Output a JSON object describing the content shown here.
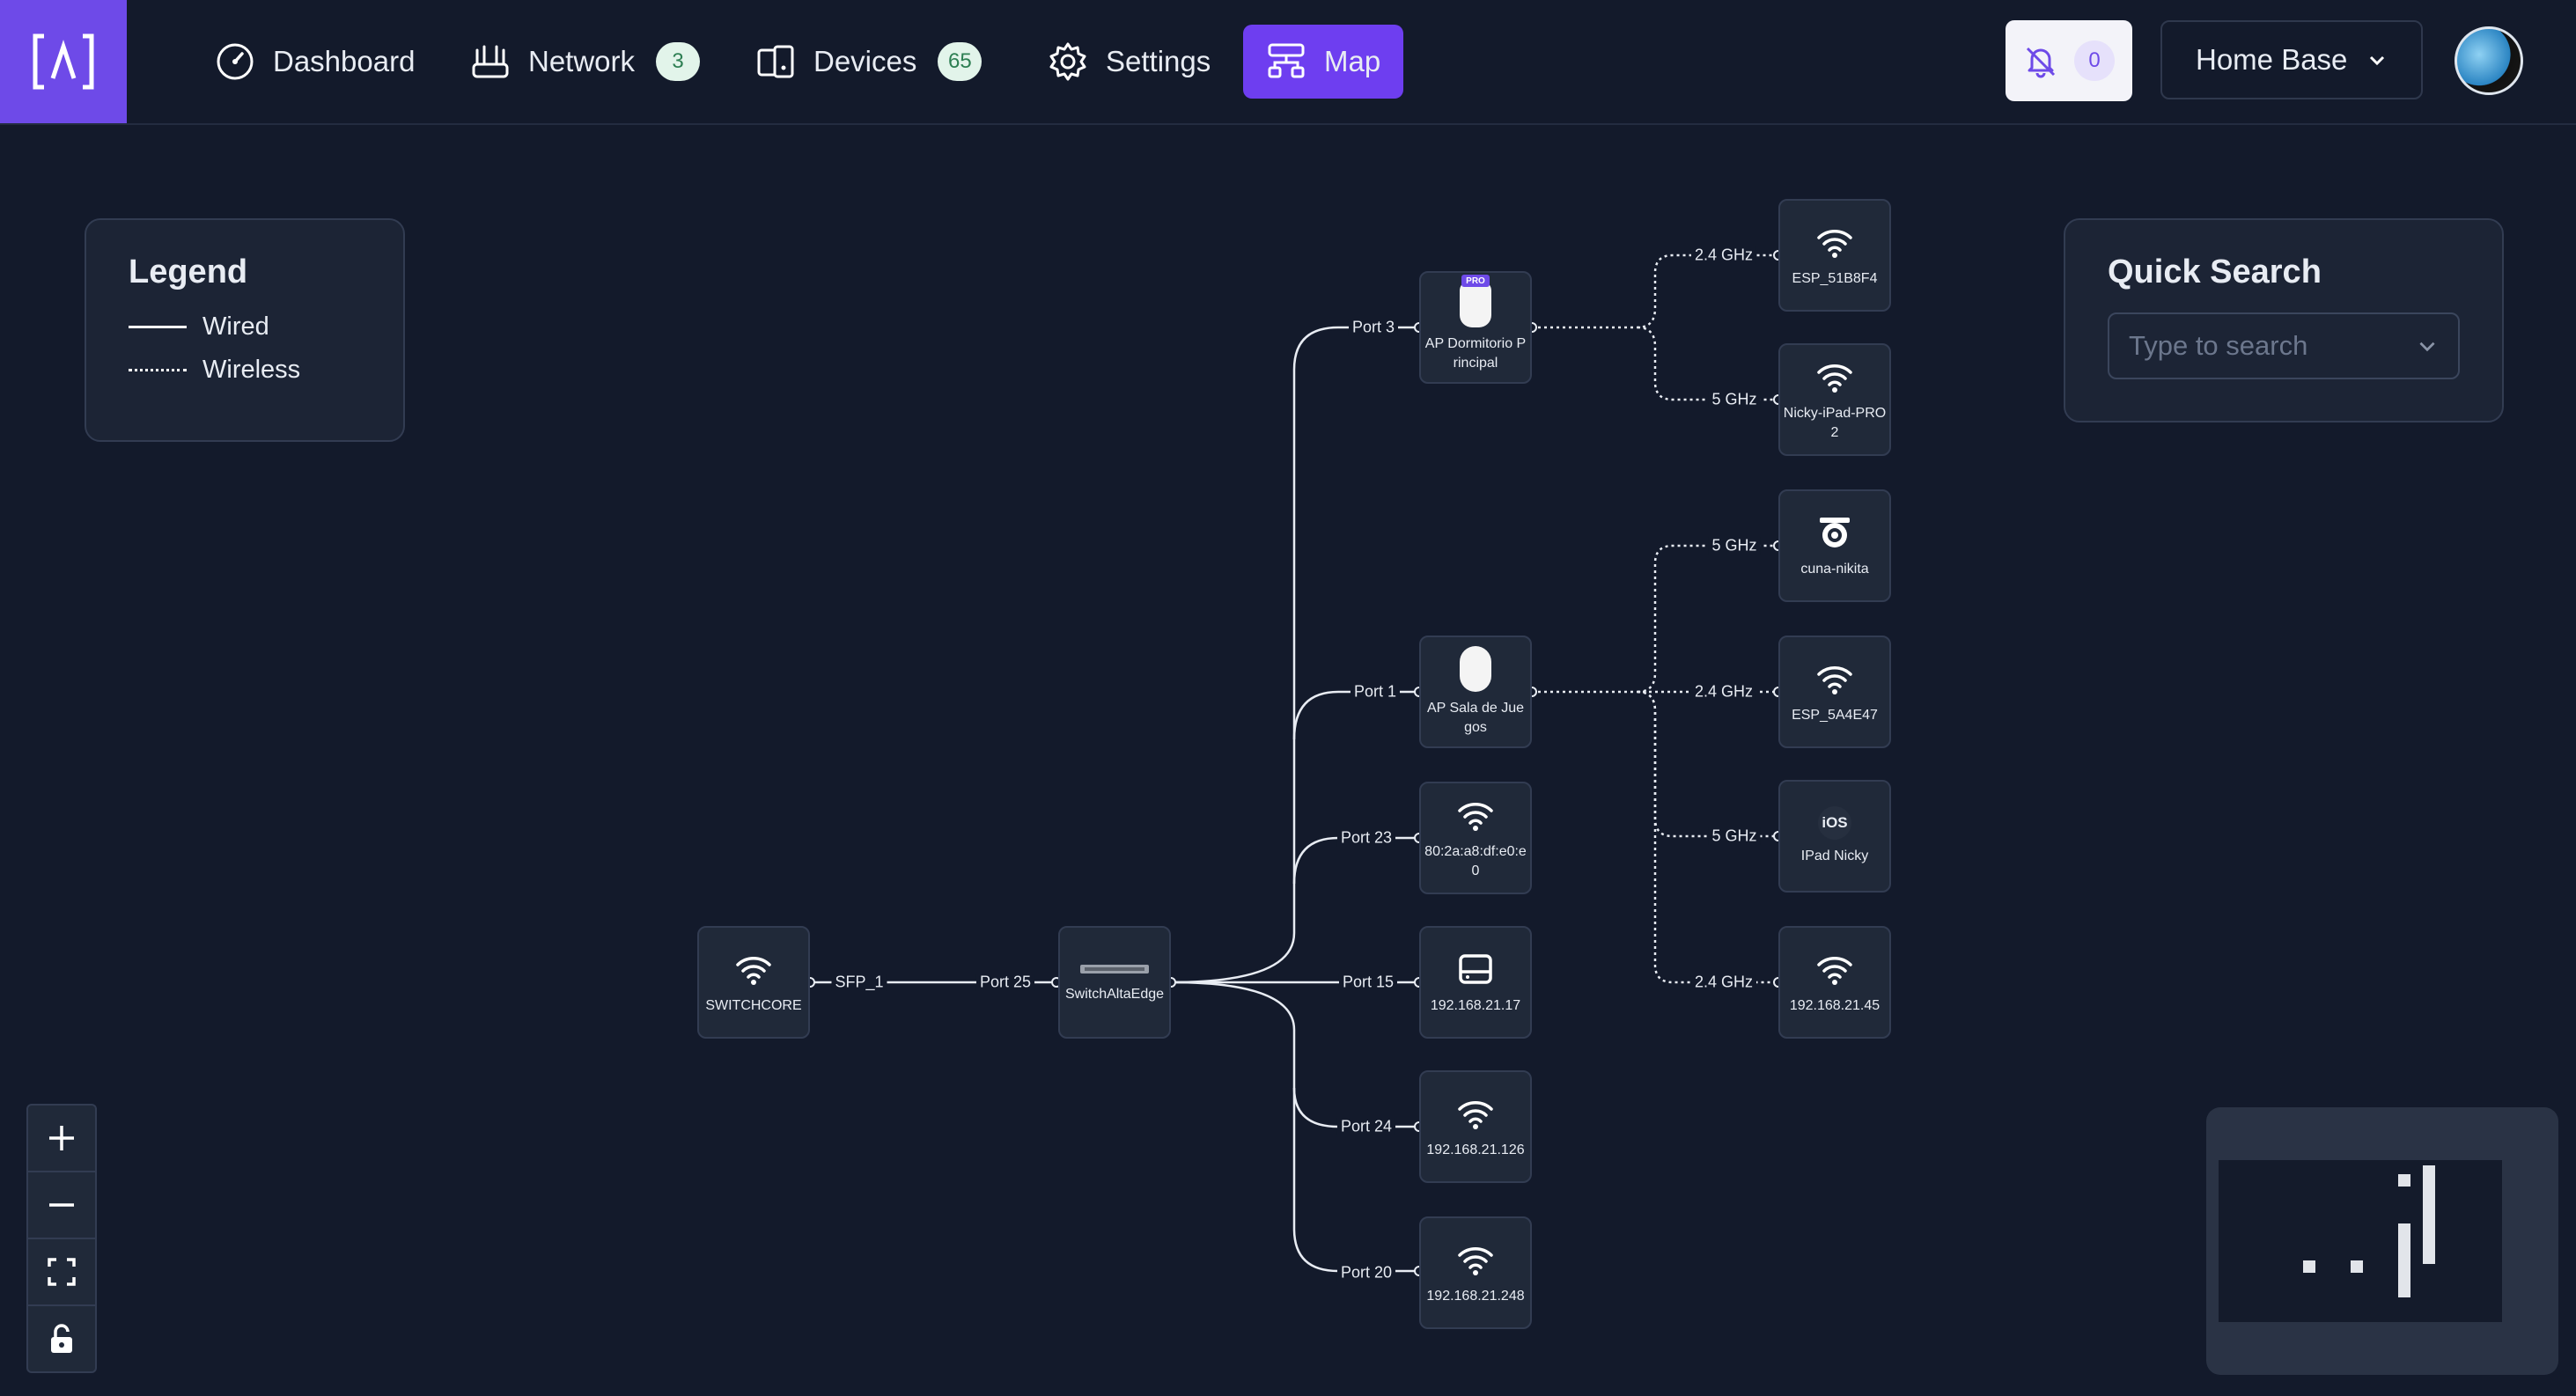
{
  "nav": {
    "items": [
      {
        "label": "Dashboard",
        "icon": "gauge-icon"
      },
      {
        "label": "Network",
        "icon": "router-icon",
        "count": "3"
      },
      {
        "label": "Devices",
        "icon": "devices-icon",
        "count": "65"
      },
      {
        "label": "Settings",
        "icon": "gear-icon"
      },
      {
        "label": "Map",
        "icon": "topology-icon",
        "active": true
      }
    ],
    "notifications_count": "0",
    "site": "Home Base"
  },
  "legend": {
    "title": "Legend",
    "wired": "Wired",
    "wireless": "Wireless"
  },
  "quick_search": {
    "title": "Quick Search",
    "placeholder": "Type to search"
  },
  "map": {
    "nodes": {
      "switchcore": {
        "label": "SWITCHCORE",
        "icon": "wifi-icon"
      },
      "switch_alta": {
        "label": "SwitchAltaEdge",
        "icon": "switch-icon"
      },
      "ap_dormitorio": {
        "label": "AP Dormitorio Principal",
        "icon": "access-point-pro-icon",
        "badge": "PRO"
      },
      "ap_sala": {
        "label": "AP Sala de Juegos",
        "icon": "access-point-icon"
      },
      "dev_80": {
        "label": "80:2a:a8:df:e0:e0",
        "icon": "wifi-icon"
      },
      "dev_217": {
        "label": "192.168.21.17",
        "icon": "hard-drive-icon"
      },
      "dev_21126": {
        "label": "192.168.21.126",
        "icon": "wifi-icon"
      },
      "dev_21248": {
        "label": "192.168.21.248",
        "icon": "wifi-icon"
      },
      "esp_51b8f4": {
        "label": "ESP_51B8F4",
        "icon": "wifi-icon"
      },
      "nicky_ipad": {
        "label": "Nicky-iPad-PRO2",
        "icon": "wifi-icon"
      },
      "cuna": {
        "label": "cuna-nikita",
        "icon": "camera-icon"
      },
      "esp_5a4e47": {
        "label": "ESP_5A4E47",
        "icon": "wifi-icon"
      },
      "ipad_nicky": {
        "label": "IPad Nicky",
        "icon": "ios-icon",
        "os": "iOS"
      },
      "dev_2145": {
        "label": "192.168.21.45",
        "icon": "wifi-icon"
      }
    },
    "ports": {
      "sfp1": "SFP_1",
      "p25": "Port 25",
      "p3": "Port 3",
      "p1": "Port 1",
      "p23": "Port 23",
      "p15": "Port 15",
      "p24": "Port 24",
      "p20": "Port 20"
    },
    "bands": {
      "esp_51b8f4": "2.4 GHz",
      "nicky_ipad": "5 GHz",
      "cuna": "5 GHz",
      "esp_5a4e47": "2.4 GHz",
      "ipad_nicky": "5 GHz",
      "dev_2145": "2.4 GHz"
    }
  },
  "controls": {
    "zoom_in": "zoom-in-icon",
    "zoom_out": "zoom-out-icon",
    "fit": "fit-view-icon",
    "lock": "lock-icon"
  }
}
